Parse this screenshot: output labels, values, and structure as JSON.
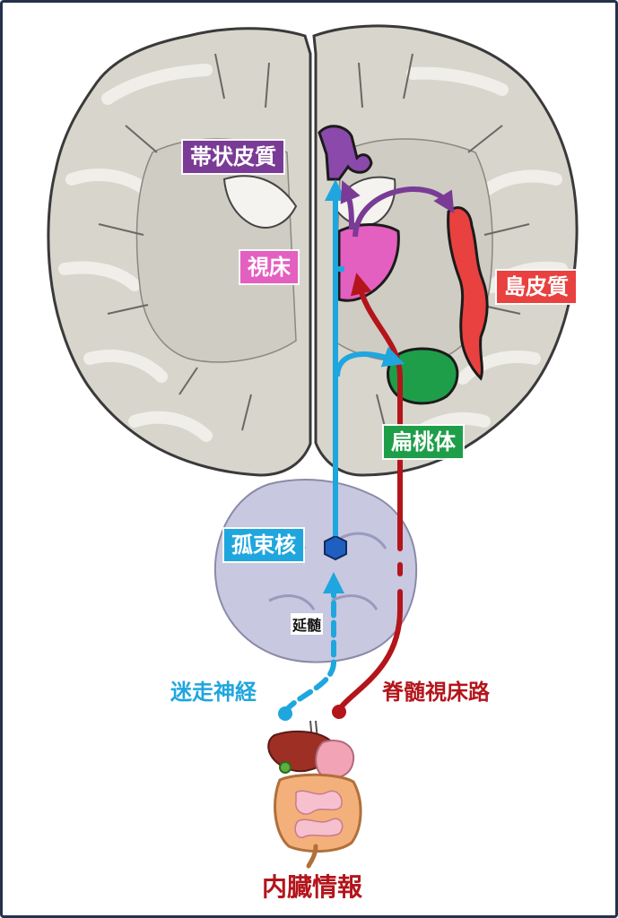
{
  "labels": {
    "cingulate": "帯状皮質",
    "thalamus": "視床",
    "insula": "島皮質",
    "amygdala": "扁桃体",
    "nts": "孤束核",
    "medulla": "延髄",
    "vagus": "迷走神経",
    "spinothalamic": "脊髄視床路",
    "visceral": "内臓情報"
  },
  "colors": {
    "cingulate": "#7a3b96",
    "thalamus": "#e35fc0",
    "insula": "#e8413f",
    "amygdala": "#1f9e4a",
    "vagus": "#1fa6de",
    "spinothalamic": "#b3151b",
    "frame": "#24324a"
  }
}
